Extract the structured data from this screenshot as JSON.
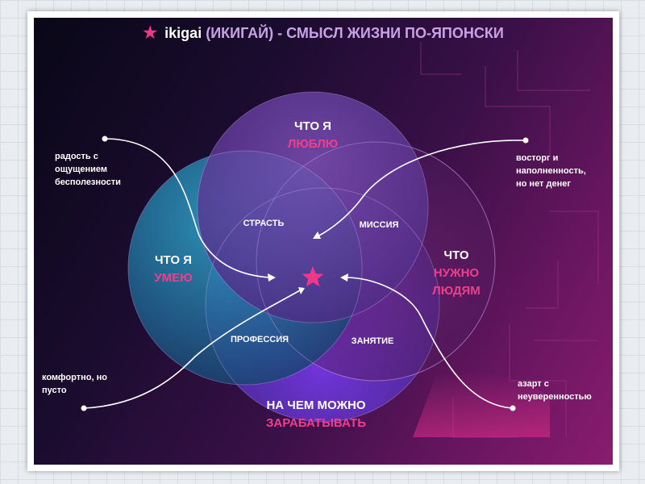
{
  "title": {
    "brand": "ikigai",
    "rest": "(ИКИГАЙ) - СМЫСЛ ЖИЗНИ ПО-ЯПОНСКИ"
  },
  "zones": {
    "love": {
      "line1": "ЧТО Я",
      "line2": "ЛЮБЛЮ"
    },
    "good_at": {
      "line1": "ЧТО Я",
      "line2": "УМЕЮ"
    },
    "world_needs": {
      "line1": "ЧТО",
      "line2": "НУЖНО ЛЮДЯМ"
    },
    "paid_for": {
      "line1": "НА ЧЕМ МОЖНО",
      "line2": "ЗАРАБАТЫВАТЬ"
    }
  },
  "intersections": {
    "passion": "СТРАСТЬ",
    "mission": "МИССИЯ",
    "profession": "ПРОФЕССИЯ",
    "vocation": "ЗАНЯТИЕ"
  },
  "notes": {
    "top_left": "радость с\nощущением\nбесполезности",
    "top_right": "восторг и\nнаполненность,\nно нет денег",
    "bottom_left": "комфортно, но\nпусто",
    "bottom_right": "азарт с\nнеуверенностью"
  },
  "colors": {
    "accent_pink": "#ee3f8f",
    "circle_love": "#8a5ac8",
    "circle_good_at": "#2a9ec8",
    "circle_world_needs": "#8a2a8a",
    "circle_paid_for": "#6a3ad8"
  },
  "icons": {
    "title": "star-icon",
    "center": "star-icon"
  }
}
